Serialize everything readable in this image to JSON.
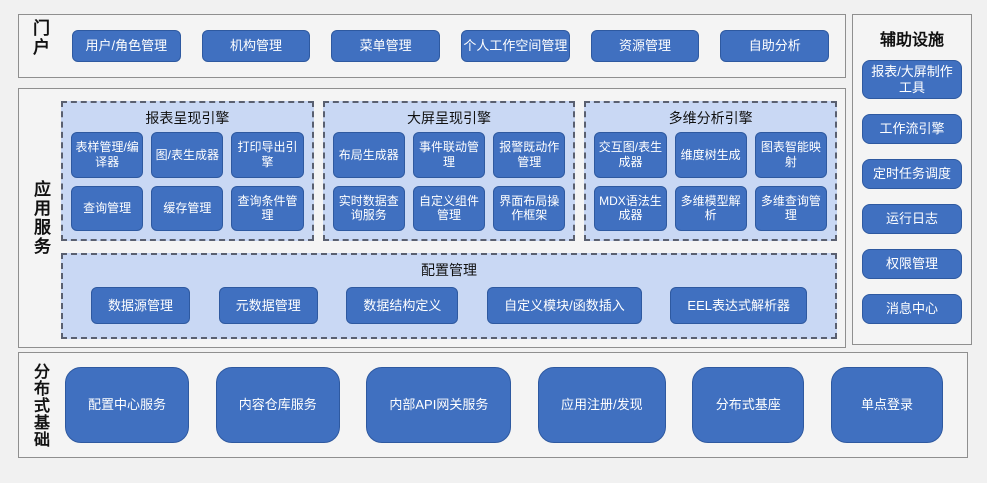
{
  "colors": {
    "button_fill": "#4070c0",
    "button_border": "#2e59a0",
    "group_fill": "#c9d8f4",
    "group_dash_border": "#5a6070",
    "section_fill": "#f4f4f4",
    "section_border": "#8f8f8f"
  },
  "portal": {
    "label": "门户",
    "items": [
      "用户/角色管理",
      "机构管理",
      "菜单管理",
      "个人工作空间管理",
      "资源管理",
      "自助分析"
    ]
  },
  "app_services": {
    "label": "应用服务",
    "engines": [
      {
        "title": "报表呈现引擎",
        "items": [
          "表样管理/编译器",
          "图/表生成器",
          "打印导出引擎",
          "查询管理",
          "缓存管理",
          "查询条件管理"
        ]
      },
      {
        "title": "大屏呈现引擎",
        "items": [
          "布局生成器",
          "事件联动管理",
          "报警既动作管理",
          "实时数据查询服务",
          "自定义组件管理",
          "界面布局操作框架"
        ]
      },
      {
        "title": "多维分析引擎",
        "items": [
          "交互图/表生成器",
          "维度树生成",
          "图表智能映射",
          "MDX语法生成器",
          "多维模型解析",
          "多维查询管理"
        ]
      }
    ],
    "config": {
      "title": "配置管理",
      "items": [
        "数据源管理",
        "元数据管理",
        "数据结构定义",
        "自定义模块/函数插入",
        "EEL表达式解析器"
      ]
    }
  },
  "foundation": {
    "label": "分布式基础",
    "items": [
      "配置中心服务",
      "内容仓库服务",
      "内部API网关服务",
      "应用注册/发现",
      "分布式基座",
      "单点登录"
    ]
  },
  "auxiliary": {
    "title": "辅助设施",
    "items": [
      "报表/大屏制作工具",
      "工作流引擎",
      "定时任务调度",
      "运行日志",
      "权限管理",
      "消息中心"
    ]
  }
}
